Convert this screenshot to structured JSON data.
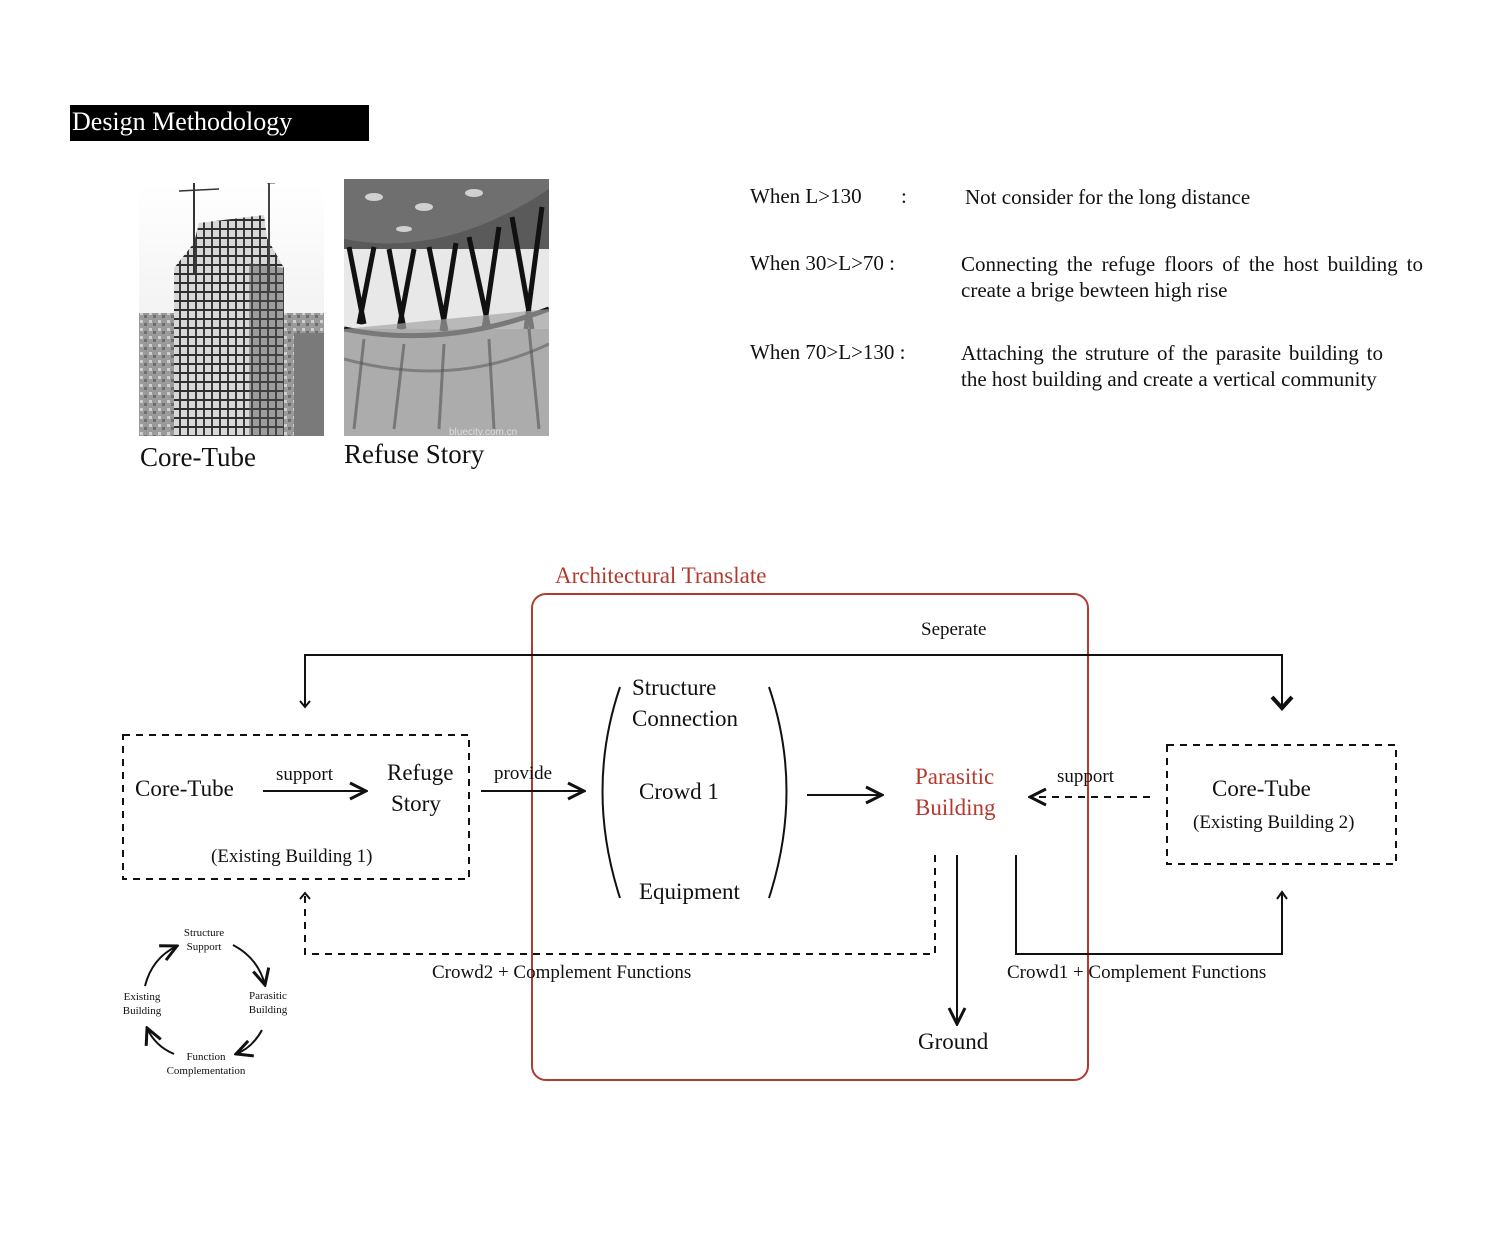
{
  "header": {
    "title": "Design Methodology"
  },
  "photos": {
    "core_tube_caption": "Core-Tube",
    "refuge_story_caption": "Refuse Story",
    "watermark": "bluecity.com.cn"
  },
  "conditions": [
    {
      "when": "When  L>130",
      "sep": ":",
      "text": "Not consider for the long distance"
    },
    {
      "when": "When 30>L>70 :",
      "sep": "",
      "text": "Connecting the refuge floors of the host building to create a brige bewteen high rise"
    },
    {
      "when": "When  70>L>130 :",
      "sep": "",
      "text": "Attaching the struture of the parasite building to the host building and create a vertical community"
    }
  ],
  "diagram": {
    "frame_title": "Architectural Translate",
    "seperate": "Seperate",
    "building1": {
      "core": "Core-Tube",
      "support": "support",
      "refuge_line1": "Refuge",
      "refuge_line2": "Story",
      "caption": "(Existing Building 1)"
    },
    "provide": "provide",
    "bracket": {
      "structure": "Structure",
      "connection": "Connection",
      "crowd": "Crowd 1",
      "equipment": "Equipment"
    },
    "parasitic_line1": "Parasitic",
    "parasitic_line2": "Building",
    "support_right": "support",
    "building2": {
      "core": "Core-Tube",
      "caption": "(Existing Building 2)"
    },
    "crowd2_functions": "Crowd2 + Complement Functions",
    "crowd1_functions": "Crowd1 + Complement Functions",
    "ground": "Ground"
  },
  "cycle": {
    "top_line1": "Structure",
    "top_line2": "Support",
    "right_line1": "Parasitic",
    "right_line2": "Building",
    "bottom_line1": "Function",
    "bottom_line2": "Complementation",
    "left_line1": "Existing",
    "left_line2": "Building"
  },
  "colors": {
    "accent_red": "#b23a2f",
    "title_bg": "#000000"
  }
}
